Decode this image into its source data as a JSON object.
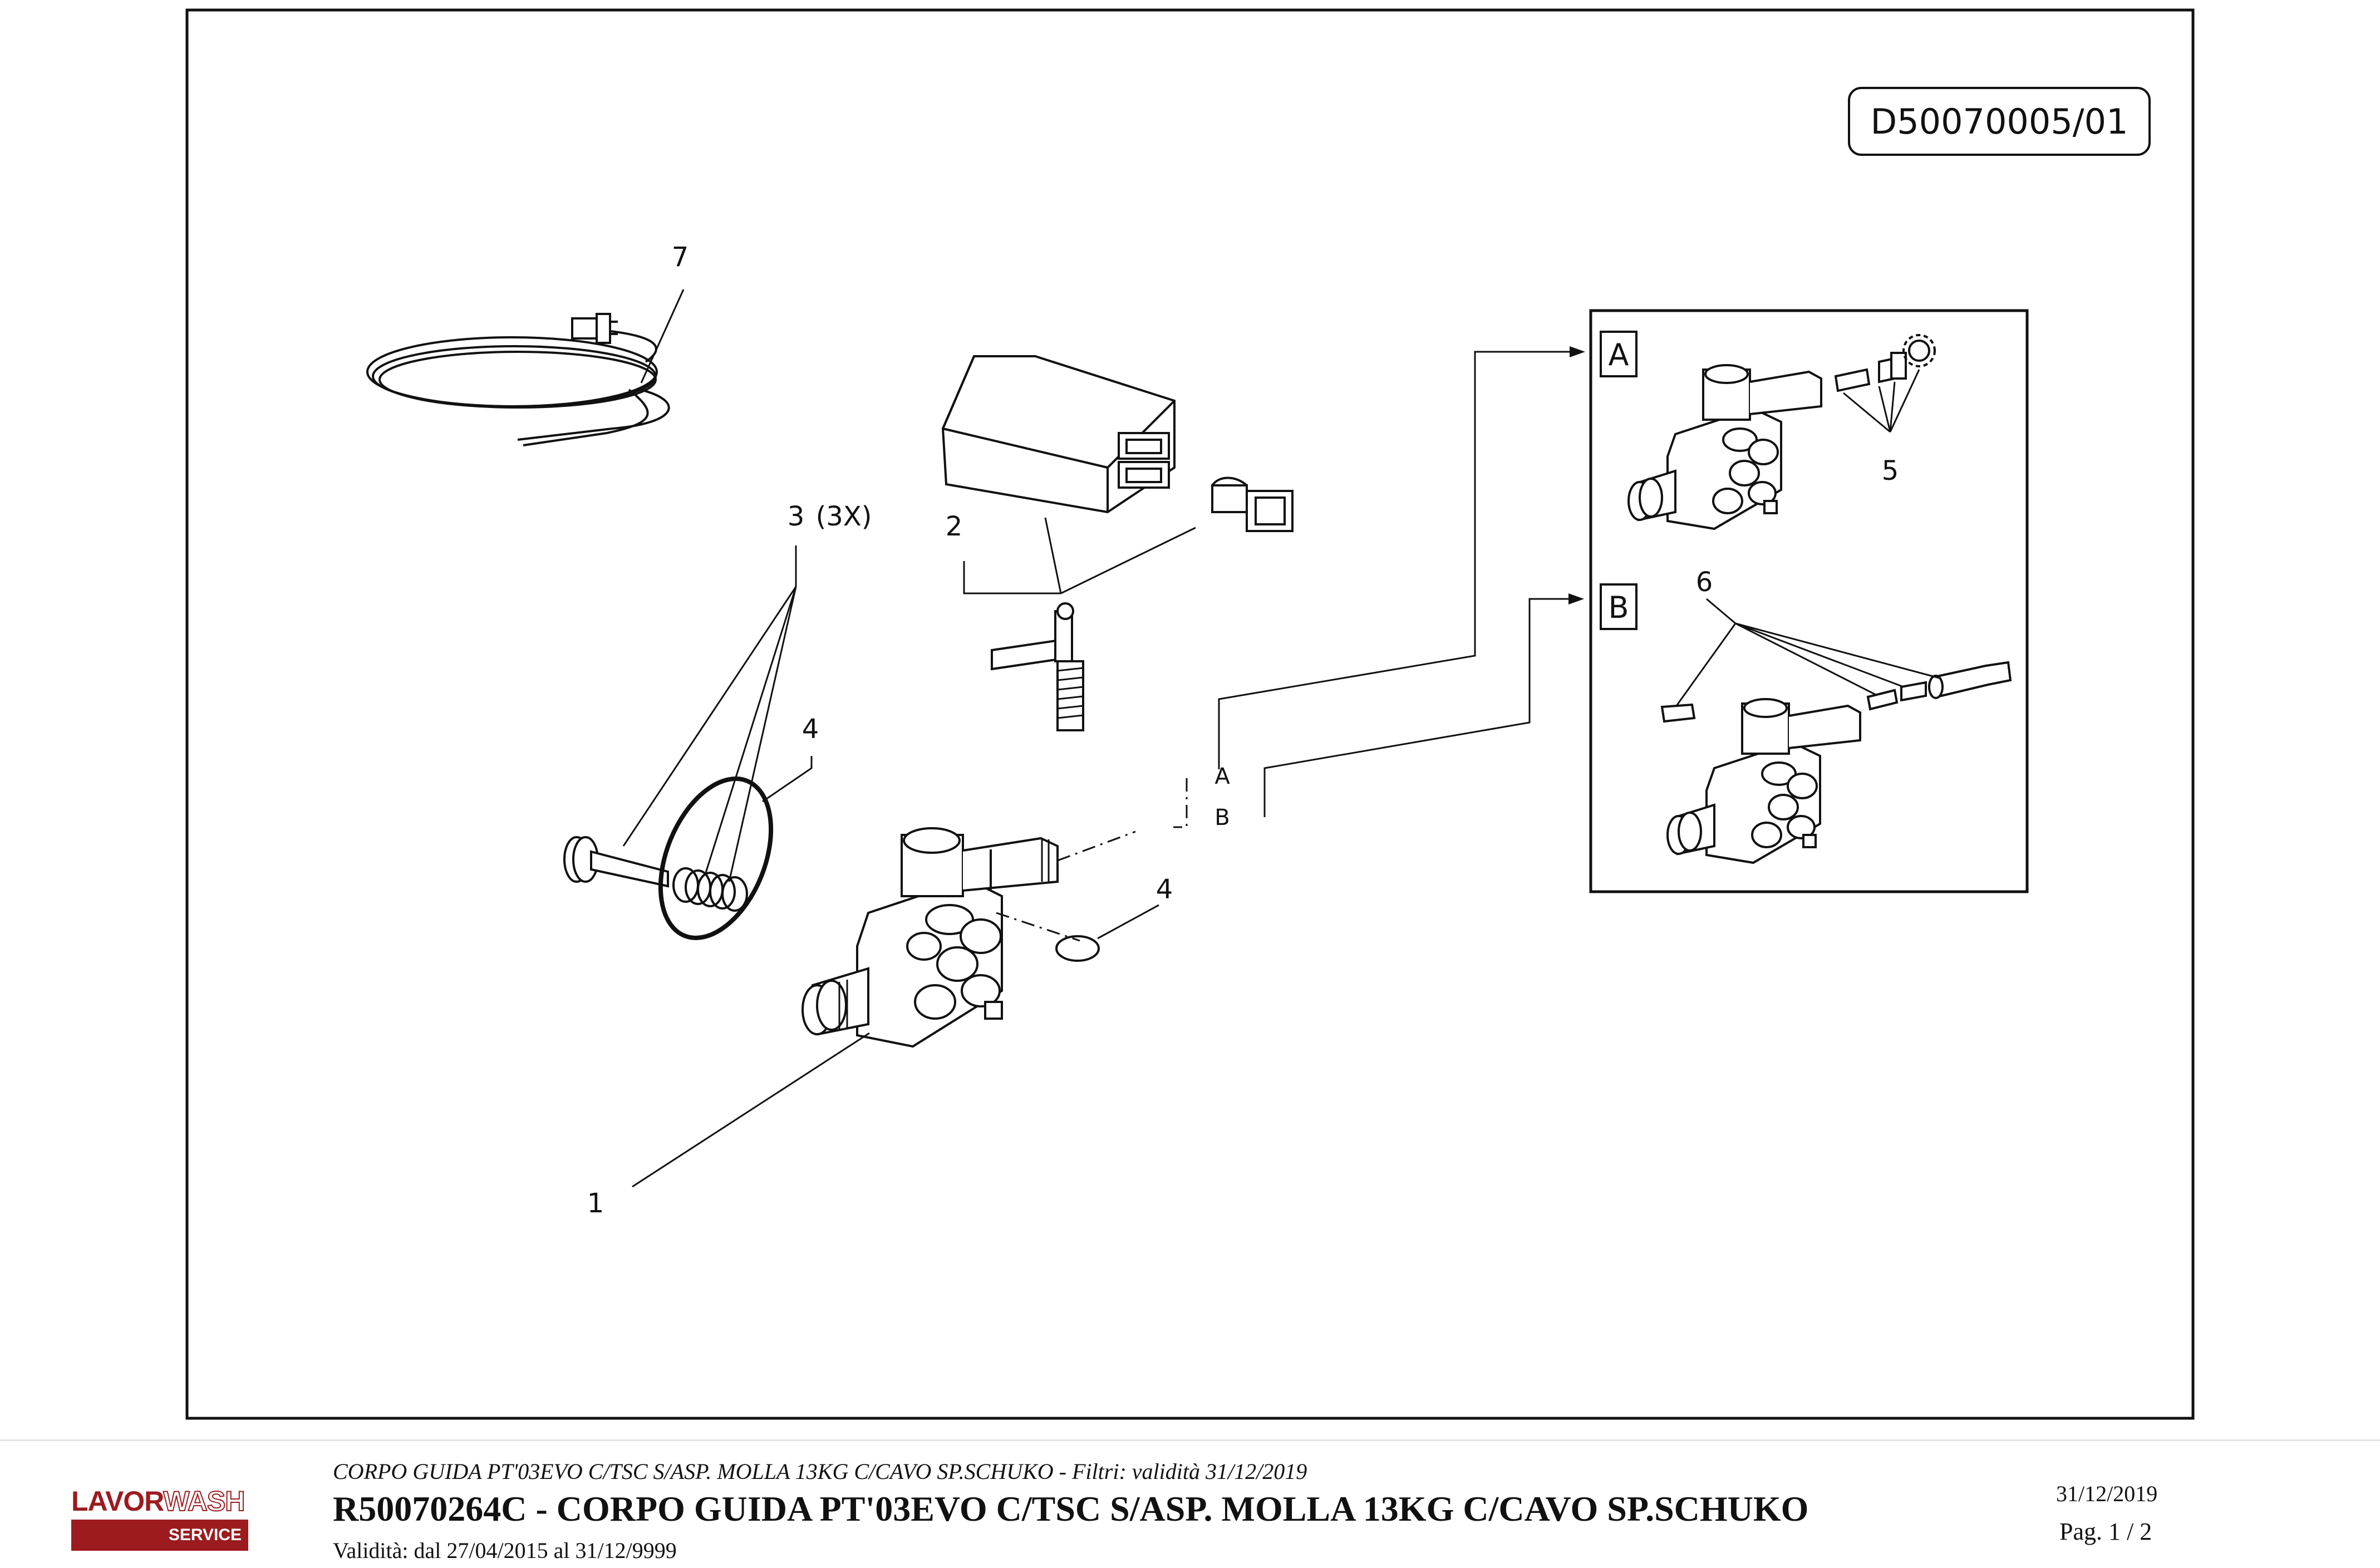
{
  "drawing": {
    "code": "D50070005/01",
    "callouts": {
      "c1": "1",
      "c2": "2",
      "c3": "3",
      "c3_qty": "(3X)",
      "c4a": "4",
      "c4b": "4",
      "c5": "5",
      "c6": "6",
      "c7": "7"
    },
    "variants": {
      "a_marker": "A",
      "b_marker": "B",
      "a_box": "A",
      "b_box": "B"
    }
  },
  "footer": {
    "subtitle": "CORPO GUIDA PT'03EVO C/TSC S/ASP. MOLLA 13KG C/CAVO SP.SCHUKO - Filtri: validità 31/12/2019",
    "title": "R50070264C - CORPO GUIDA PT'03EVO C/TSC S/ASP. MOLLA 13KG C/CAVO SP.SCHUKO",
    "validity": "Validità: dal 27/04/2015 al 31/12/9999",
    "date": "31/12/2019",
    "page": "Pag. 1 / 2",
    "logo_word1": "LAVOR",
    "logo_word2": "WASH",
    "logo_service": "SERVICE"
  },
  "colors": {
    "line": "#111111",
    "logo_red": "#9b1b1f"
  }
}
